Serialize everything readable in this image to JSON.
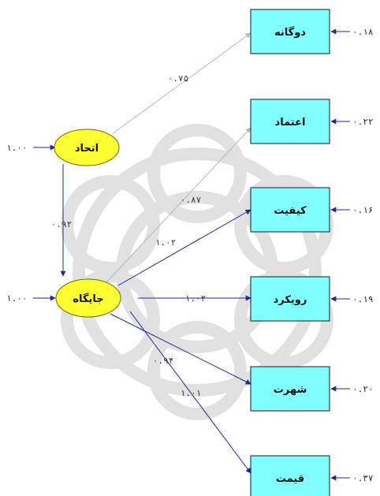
{
  "latents": {
    "ettehad": {
      "label": "اتحاد",
      "variance": "۱.۰۰"
    },
    "jaygah": {
      "label": "جایگاه",
      "variance": "۱.۰۰"
    }
  },
  "indicators": [
    {
      "id": "dogane",
      "label": "دوگانه",
      "error": "۰.۱۸"
    },
    {
      "id": "etemad",
      "label": "اعتماد",
      "error": "۰.۲۲"
    },
    {
      "id": "keyfiat",
      "label": "کیفیت",
      "error": "۰.۱۶"
    },
    {
      "id": "ruykard",
      "label": "رویکرد",
      "error": "۰.۱۹"
    },
    {
      "id": "shohrat",
      "label": "شهرت",
      "error": "۰.۲۰"
    },
    {
      "id": "gheymat",
      "label": "قیمت",
      "error": "۰.۳۷"
    }
  ],
  "paths": {
    "ettehad_dogane": "۰.۷۵",
    "ettehad_jaygah": "۰.۹۲",
    "jaygah_etemad": "۰.۸۷",
    "jaygah_keyfiat": "۱.۰۲",
    "jaygah_ruykard": "۱.۰۲",
    "jaygah_shohrat": "۰.۹۴",
    "jaygah_gheymat": "۱.۰۱"
  },
  "colors": {
    "box_fill": "#7fffff",
    "ellipse_fill": "#ffff33",
    "arrow_blue": "#1f2a8c",
    "arrow_gray": "#b8b8b8",
    "watermark": "#d6d6d6"
  }
}
